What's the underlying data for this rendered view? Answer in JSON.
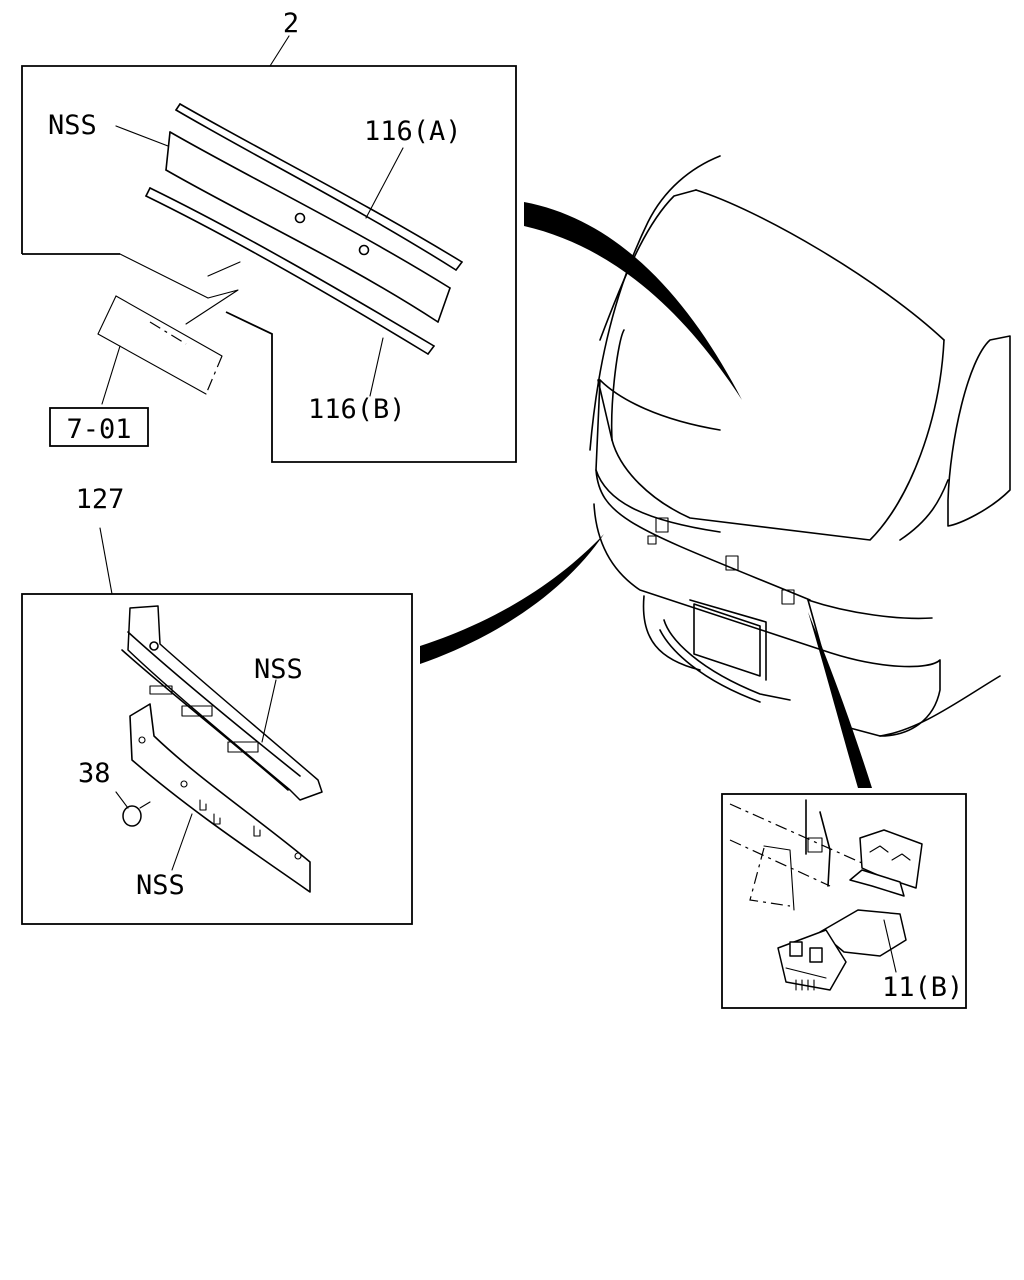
{
  "labels": {
    "top_group": "2",
    "top_nss": "NSS",
    "part_116a": "116(A)",
    "part_116b": "116(B)",
    "ref_701": "7-01",
    "mid_group": "127",
    "mid_nss_upper": "NSS",
    "mid_nss_lower": "NSS",
    "part_38": "38",
    "part_11b": "11(B)"
  }
}
